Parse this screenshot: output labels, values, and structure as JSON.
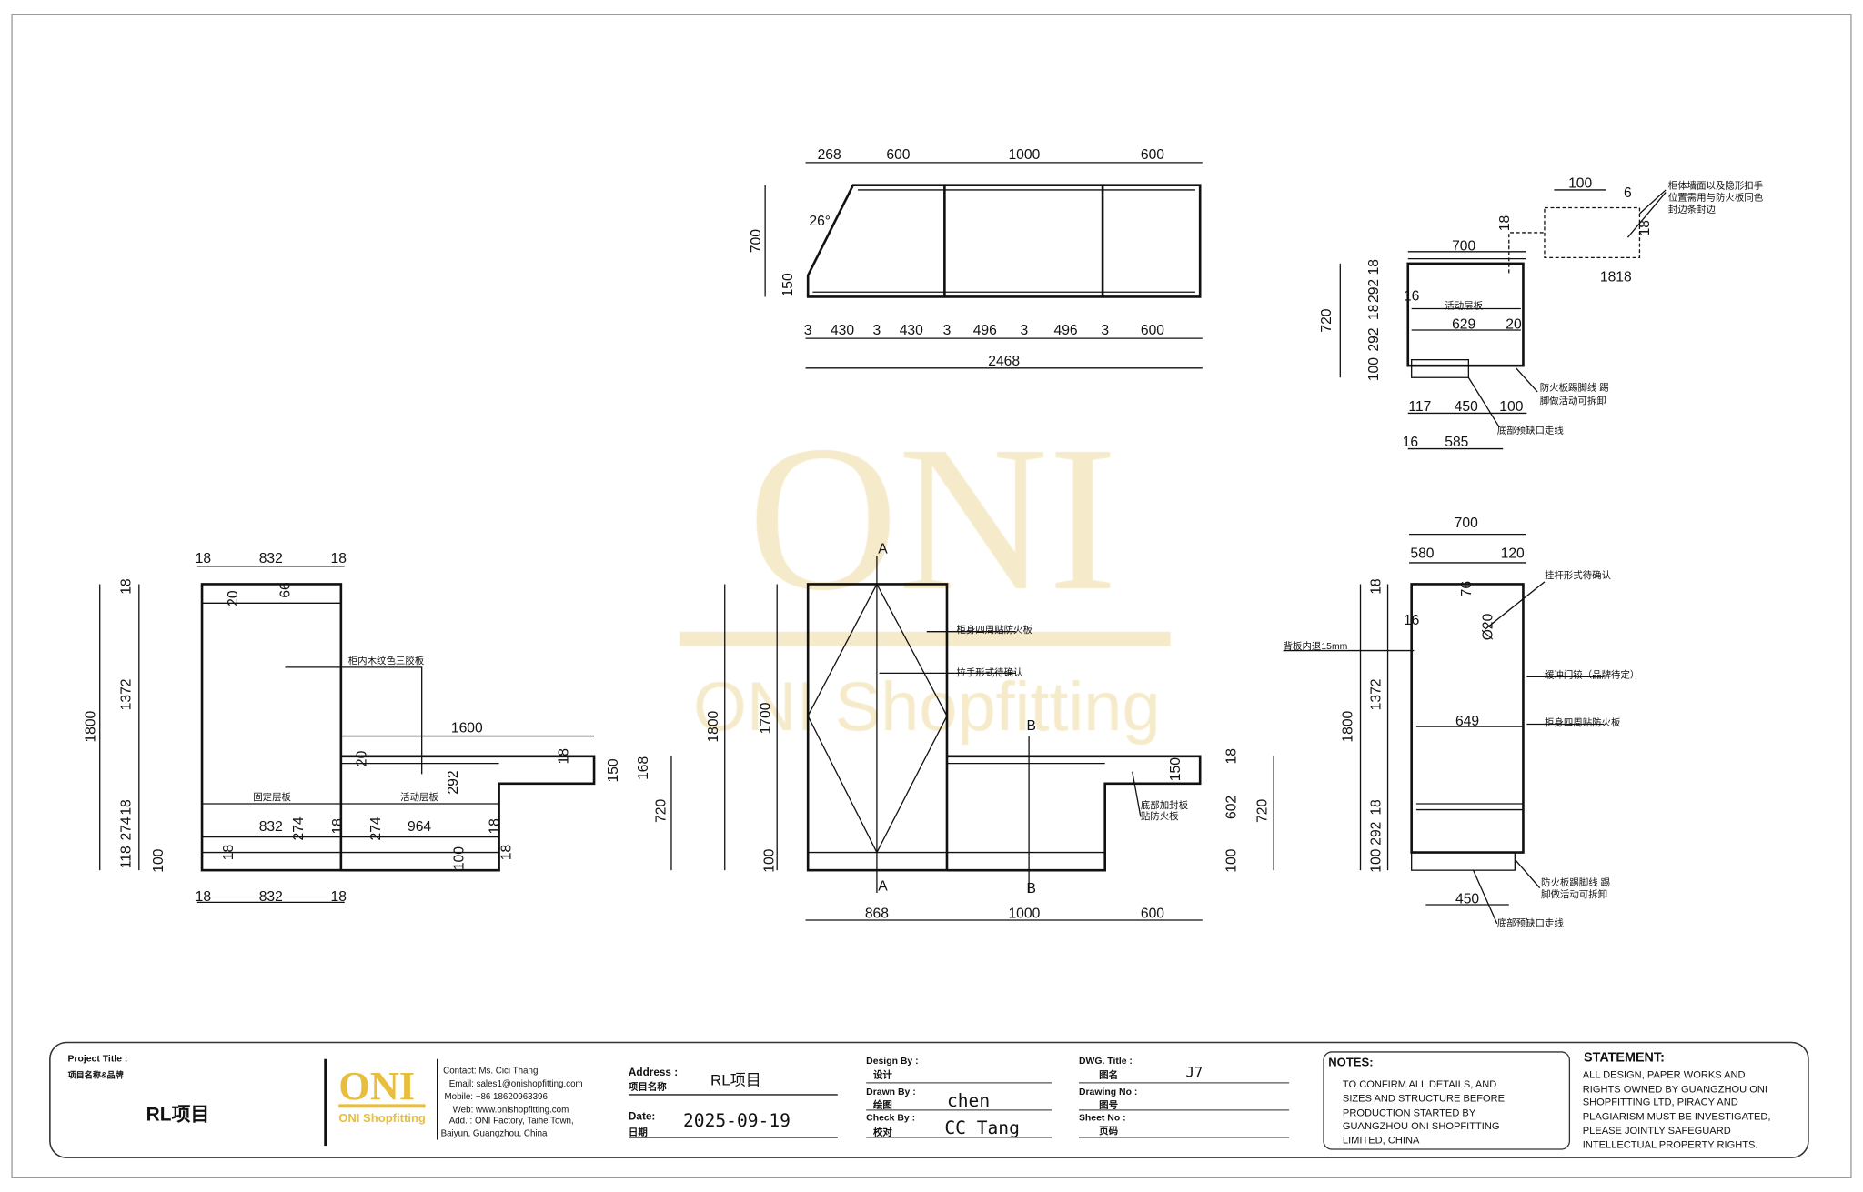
{
  "watermark": {
    "logo": "ONI",
    "text": "ONI Shopfitting",
    "color": "#f3e6c0"
  },
  "top_plan": {
    "dims": [
      "268",
      "600",
      "1000",
      "600",
      "700",
      "150",
      "26°",
      "3",
      "430",
      "3",
      "430",
      "3",
      "496",
      "3",
      "496",
      "3",
      "600",
      "2468"
    ]
  },
  "section_top_right": {
    "dims": [
      "100",
      "6",
      "700",
      "18",
      "18",
      "292",
      "18",
      "292",
      "100",
      "720",
      "16",
      "629",
      "20",
      "1818",
      "117",
      "450",
      "100",
      "16",
      "585",
      "18"
    ],
    "labels": [
      "柜体墙面以及隐形扣手",
      "位置需用与防火板同色",
      "封边条封边",
      "活动层板",
      "防火板踢脚线 踢",
      "脚做活动可拆卸",
      "底部预缺口走线"
    ]
  },
  "left_elevation": {
    "dims": [
      "18",
      "832",
      "18",
      "1800",
      "18",
      "1372",
      "18",
      "274",
      "118",
      "100",
      "20",
      "66",
      "1600",
      "20",
      "18",
      "292",
      "150",
      "168",
      "720",
      "832",
      "274",
      "18",
      "274",
      "964",
      "18",
      "18",
      "100",
      "18",
      "18",
      "832",
      "18"
    ],
    "labels": [
      "柜内木纹色三胶板",
      "固定层板",
      "活动层板"
    ]
  },
  "front_elevation": {
    "dims": [
      "A",
      "A",
      "B",
      "B",
      "1800",
      "1700",
      "100",
      "868",
      "1000",
      "600",
      "150",
      "18",
      "602",
      "100",
      "720"
    ],
    "labels": [
      "柜身四周贴防火板",
      "拉手形式待确认",
      "底部加封板",
      "贴防火板"
    ]
  },
  "right_section": {
    "dims": [
      "700",
      "580",
      "120",
      "18",
      "1372",
      "18",
      "292",
      "100",
      "1800",
      "16",
      "76",
      "Ø20",
      "649",
      "450"
    ],
    "labels": [
      "挂杆形式待确认",
      "背板内退15mm",
      "缓冲门铰（品牌待定）",
      "柜身四周贴防火板",
      "防火板踢脚线 踢",
      "脚做活动可拆卸",
      "底部预缺口走线"
    ]
  },
  "title_block": {
    "project_title_label": "Project Title :",
    "project_title_cn": "项目名称&品牌",
    "project_name": "RL项目",
    "logo_text": "ONI",
    "logo_sub": "ONI Shopfitting",
    "logo_color": "#e8bf3c",
    "contact": [
      "Contact:  Ms. Cici Thang",
      "Email: sales1@onishopfitting.com",
      "Mobile:  +86 18620963396",
      "Web: www.onishopfitting.com",
      "Add. :  ONI Factory, Taihe Town,",
      "Baiyun, Guangzhou, China"
    ],
    "address_label": "Address :",
    "address_cn": "项目名称",
    "address_value": "RL项目",
    "date_label": "Date:",
    "date_cn": "日期",
    "date_value": "2025-09-19",
    "design_by_label": "Design By :",
    "design_by_cn": "设计",
    "drawn_by_label": "Drawn By :",
    "drawn_by_cn": "绘图",
    "drawn_by_value": "chen",
    "check_by_label": "Check By :",
    "check_by_cn": "校对",
    "check_by_value": "CC Tang",
    "dwg_title_label": "DWG. Title :",
    "dwg_title_cn": "图名",
    "dwg_title_value": "J7",
    "drawing_no_label": "Drawing No :",
    "drawing_no_cn": "图号",
    "sheet_no_label": "Sheet No :",
    "sheet_no_cn": "页码",
    "notes_title": "NOTES:",
    "notes": [
      "TO CONFIRM ALL DETAILS, AND",
      "SIZES AND STRUCTURE BEFORE",
      "PRODUCTION STARTED BY",
      "GUANGZHOU ONI SHOPFITTING",
      "LIMITED, CHINA"
    ],
    "statement_title": "STATEMENT:",
    "statement": [
      "ALL DESIGN, PAPER WORKS AND",
      "RIGHTS OWNED BY GUANGZHOU ONI",
      "SHOPFITTING LTD, PIRACY AND",
      "PLAGIARISM MUST BE INVESTIGATED,",
      "PLEASE JOINTLY SAFEGUARD",
      "INTELLECTUAL PROPERTY RIGHTS."
    ]
  }
}
